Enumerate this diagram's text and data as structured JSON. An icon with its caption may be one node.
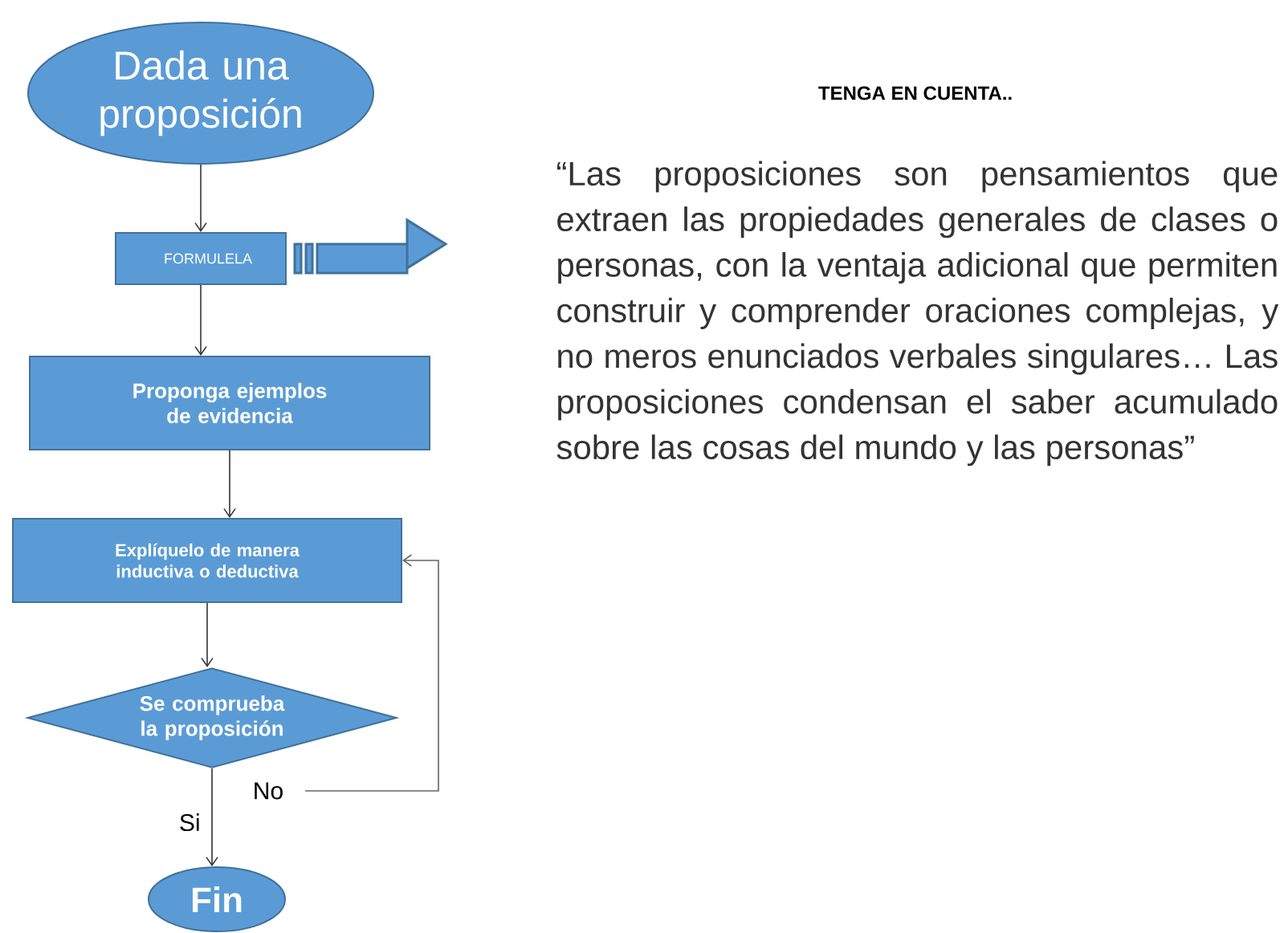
{
  "diagram": {
    "nodes": [
      {
        "text": [
          "Dada una proposición"
        ]
      },
      {
        "text": [
          "FORMULELA"
        ]
      },
      {
        "text": [
          "Proponga ejemplos de evidencia"
        ]
      },
      {
        "text": [
          "Explíquelo de manera inductiva o deductiva"
        ]
      },
      {
        "text": [
          "Se comprueba la proposición"
        ]
      },
      {
        "text": [
          "Fin"
        ]
      }
    ],
    "edges": [
      {
        "from": 0,
        "to": 1,
        "arrow": "to"
      },
      {
        "from": 1,
        "to": 2,
        "arrow": "to"
      },
      {
        "from": 2,
        "to": 3,
        "arrow": "to"
      },
      {
        "from": 3,
        "to": 4,
        "arrow": "to"
      },
      {
        "from": 4,
        "to": 3,
        "arrow": "to",
        "label": "No"
      },
      {
        "from": 4,
        "to": 5,
        "arrow": "to",
        "label": "Si"
      },
      {
        "from": 1,
        "to": null,
        "arrow": "to",
        "style": "thick"
      }
    ],
    "labels": [
      "TENGA EN CUENTA..",
      "“Las proposiciones son pensamientos que extraen las propiedades generales de clases o personas, con la ventaja adicional que permiten construir y comprender oraciones complejas, y no meros enunciados verbales singulares… Las proposiciones condensan el saber acumulado sobre las cosas del mundo y las personas”"
    ]
  }
}
